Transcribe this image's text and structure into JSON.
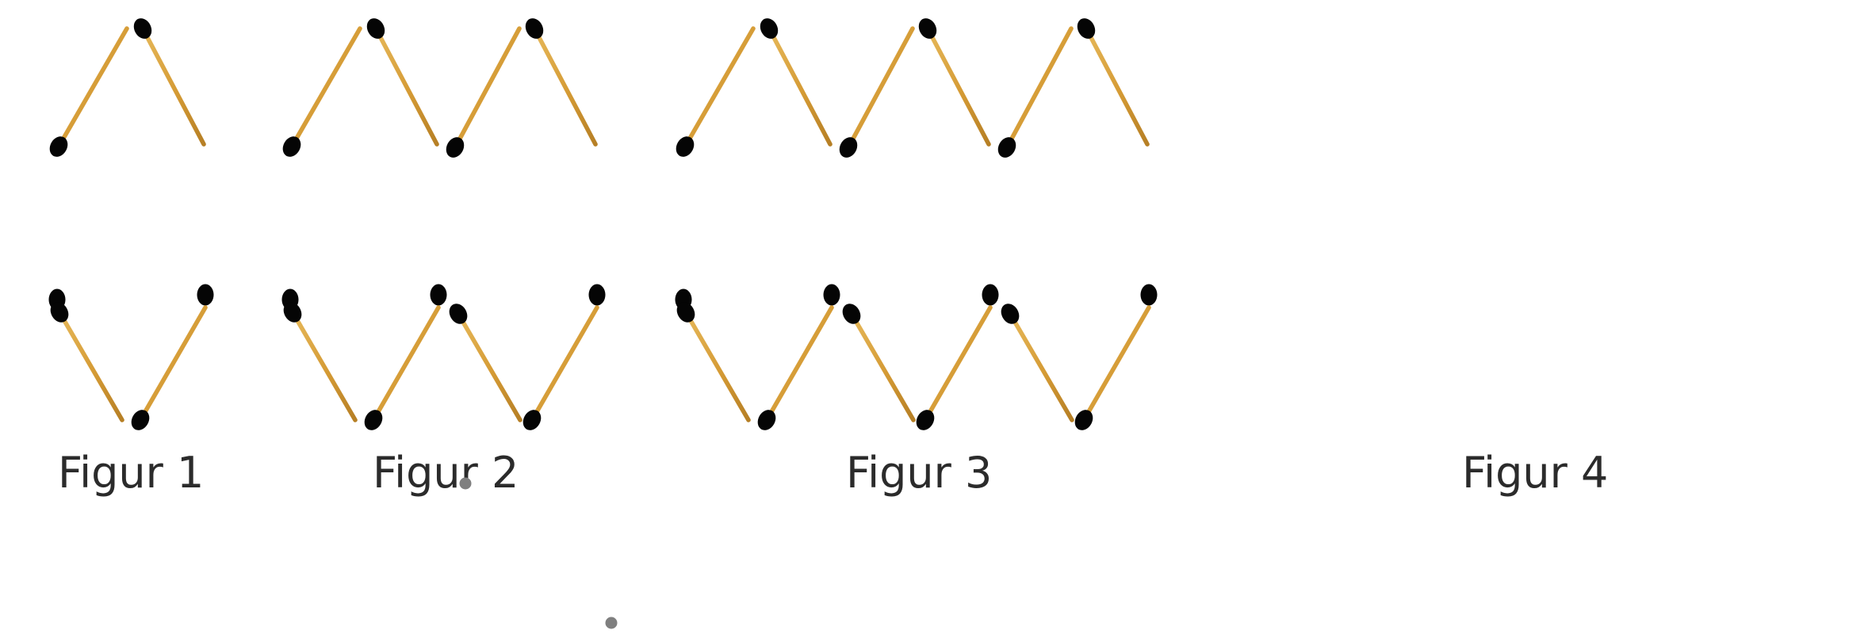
{
  "figures": [
    {
      "label": "Figur 1",
      "hexagons": 1
    },
    {
      "label": "Figur 2",
      "hexagons": 2
    },
    {
      "label": "Figur 3",
      "hexagons": 3
    },
    {
      "label": "Figur 4",
      "hexagons": 0
    }
  ],
  "colors": {
    "match_stick": "#d9a23f",
    "match_stick_shadow": "#b67f25",
    "match_head": "#050505",
    "label": "#2b2b2b",
    "stray_dot": "#7f7f7f"
  }
}
